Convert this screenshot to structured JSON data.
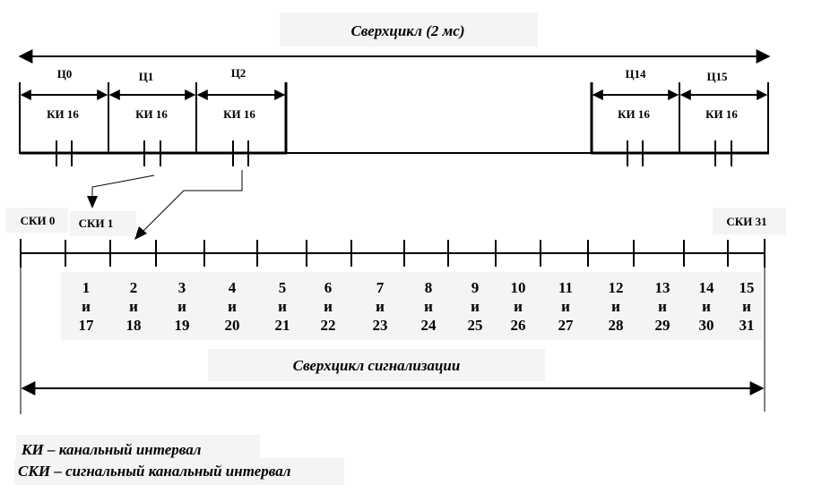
{
  "superframe_title": "Сверхцикл (2 мс)",
  "frames": [
    {
      "name": "Ц0",
      "slot": "КИ 16"
    },
    {
      "name": "Ц1",
      "slot": "КИ 16"
    },
    {
      "name": "Ц2",
      "slot": "КИ 16"
    },
    {
      "name": "Ц14",
      "slot": "КИ 16"
    },
    {
      "name": "Ц15",
      "slot": "КИ 16"
    }
  ],
  "ski_labels": {
    "first": "СКИ 0",
    "second": "СКИ 1",
    "last": "СКИ 31"
  },
  "ski_pairs": [
    [
      "1",
      "и",
      "17"
    ],
    [
      "2",
      "и",
      "18"
    ],
    [
      "3",
      "и",
      "19"
    ],
    [
      "4",
      "и",
      "20"
    ],
    [
      "5",
      "и",
      "21"
    ],
    [
      "6",
      "и",
      "22"
    ],
    [
      "7",
      "и",
      "23"
    ],
    [
      "8",
      "и",
      "24"
    ],
    [
      "9",
      "и",
      "25"
    ],
    [
      "10",
      "и",
      "26"
    ],
    [
      "11",
      "и",
      "27"
    ],
    [
      "12",
      "и",
      "28"
    ],
    [
      "13",
      "и",
      "29"
    ],
    [
      "14",
      "и",
      "30"
    ],
    [
      "15",
      "и",
      "31"
    ]
  ],
  "signaling_title": "Сверхцикл сигнализации",
  "legend": {
    "ki": "КИ – канальный интервал",
    "ski": "СКИ – сигнальный канальный интервал"
  }
}
